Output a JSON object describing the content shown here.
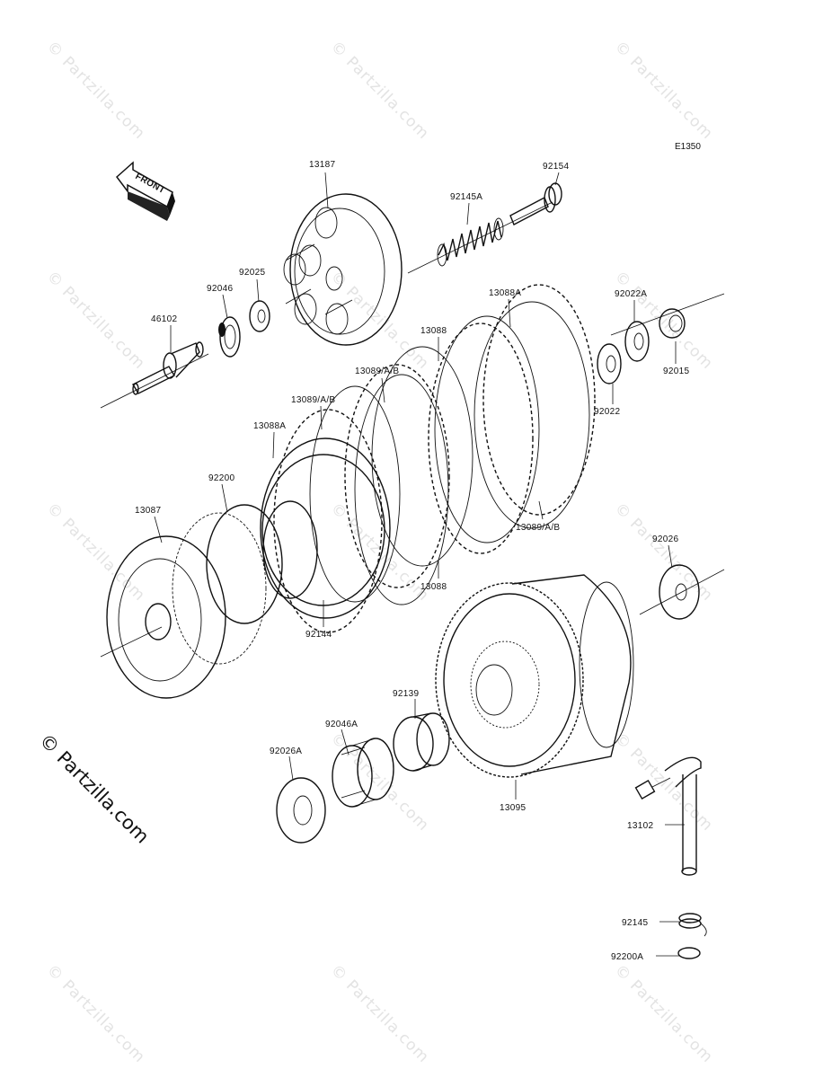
{
  "diagram": {
    "code": "E1350",
    "front_label": "FRONT",
    "copyright": "© Partzilla.com",
    "watermark": "© Partzilla.com",
    "labels": [
      "13187",
      "92154",
      "92145A",
      "92025",
      "92046",
      "46102",
      "13088A",
      "92022A",
      "13088",
      "13089/A/B",
      "92015",
      "92022",
      "13089/A/B",
      "13088A",
      "92200",
      "13087",
      "13089/A/B",
      "92026",
      "13088",
      "92144",
      "92139",
      "92046A",
      "92026A",
      "13095",
      "13102",
      "92145",
      "92200A"
    ]
  }
}
